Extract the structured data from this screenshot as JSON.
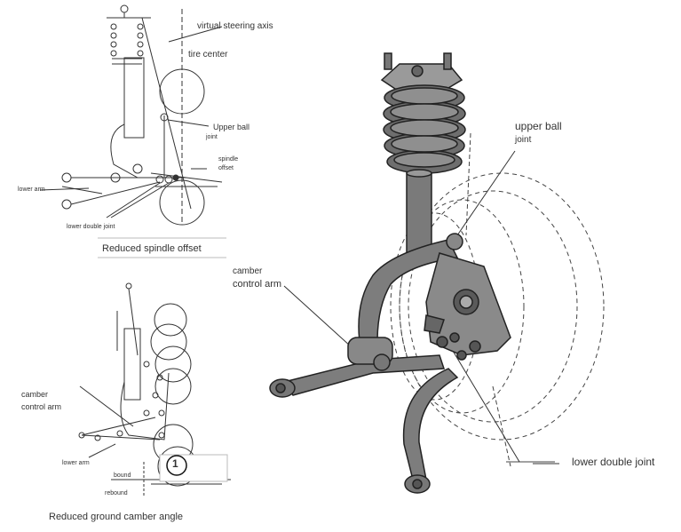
{
  "top_figure": {
    "virtual_steering_axis": "virtual steering axis",
    "tire_center": "tire center",
    "upper_ball_joint": "Upper ball",
    "upper_ball_joint_2": "joint",
    "spindle_offset": "spindle",
    "spindle_offset_2": "offset",
    "lower_arm": "lower arm",
    "lower_double_joint": "lower double joint",
    "caption": "Reduced spindle offset"
  },
  "bottom_figure": {
    "camber": "camber",
    "control_arm": "control arm",
    "lower_arm": "lower arm",
    "bound": "bound",
    "rebound": "rebound",
    "marker": "1",
    "caption": "Reduced ground camber angle"
  },
  "main_figure": {
    "upper_ball": "upper ball",
    "joint": "joint",
    "camber": "camber",
    "control_arm": "control arm",
    "lower_double_joint": "lower double joint"
  },
  "colors": {
    "line": "#333333",
    "part_fill": "#7d7d7d",
    "part_dark": "#4a4a4a",
    "label": "#333333"
  }
}
